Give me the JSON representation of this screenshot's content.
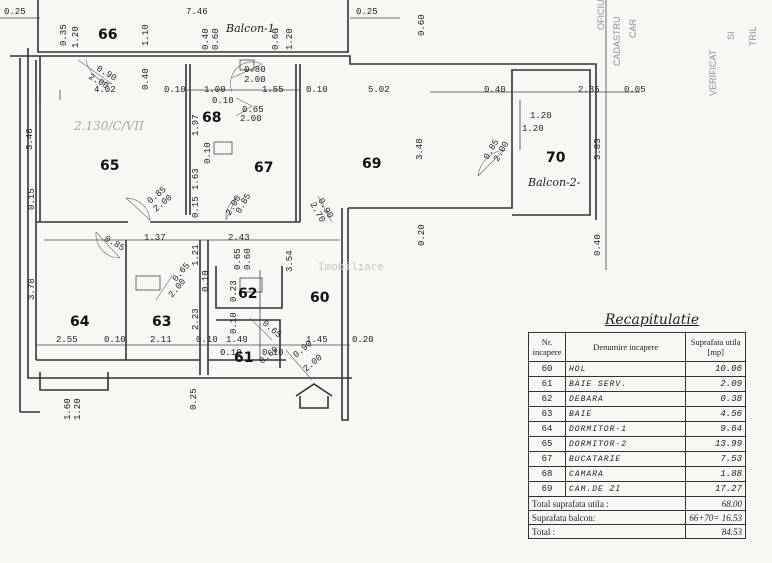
{
  "rooms": {
    "r60": "60",
    "r61": "61",
    "r62": "62",
    "r63": "63",
    "r64": "64",
    "r65": "65",
    "r66": "66",
    "r67": "67",
    "r68": "68",
    "r69": "69",
    "r70": "70"
  },
  "labels": {
    "balcony1": "Balcon-1-",
    "balcony2": "Balcon-2-",
    "level": "2.130/C/VII",
    "watermark": "Imobiliare"
  },
  "dimensions": {
    "d_top_746": "7.46",
    "d_top_025_l": "0.25",
    "d_top_025_r": "0.25",
    "d_035": "0.35",
    "d_120_a": "1.20",
    "d_110": "1.10",
    "d_040_a": "0.40",
    "d_060_a": "0.60",
    "d_120_b": "1.20",
    "d_060_b": "0.60",
    "d_080": "0.80",
    "d_200_a": "2.00",
    "d_090": "0.90",
    "d_200_b": "2.00",
    "d_040_b": "0.40",
    "d_402": "4.02",
    "d_010_a": "0.10",
    "d_100": "1.00",
    "d_155": "1.55",
    "d_010_b": "0.10",
    "d_502": "5.02",
    "d_040_c": "0.40",
    "d_235": "2.35",
    "d_005": "0.05",
    "d_065": "0.65",
    "d_200_c": "2.00",
    "d_010_c": "0.10",
    "d_197": "1.97",
    "d_348_l": "3.48",
    "d_348_r": "3.48",
    "d_060_c": "0.60",
    "d_120_c": "1.20",
    "d_120_d": "1.20",
    "d_383": "3.83",
    "d_085_a": "0.85",
    "d_200_d": "2.00",
    "d_010_d": "0.10",
    "d_163": "1.63",
    "d_085_b": "0.85",
    "d_200_e": "2.00",
    "d_090_b": "0.90",
    "d_270": "2.70",
    "d_085_c": "0.85",
    "d_200_f": "2.00",
    "d_015_a": "0.15",
    "d_015_b": "0.15",
    "d_020_a": "0.20",
    "d_040_d": "0.40",
    "d_137": "1.37",
    "d_243": "2.43",
    "d_085_d": "0.85",
    "d_378": "3.78",
    "d_121": "1.21",
    "d_065_b": "0.65",
    "d_060_d": "0.60",
    "d_354": "3.54",
    "d_065_c": "0.65",
    "d_200_g": "2.00",
    "d_010_e": "0.10",
    "d_023": "0.23",
    "d_223": "2.23",
    "d_255": "2.55",
    "d_010_f": "0.10",
    "d_211": "2.11",
    "d_010_g": "0.10",
    "d_145": "1.45",
    "d_020_b": "0.20",
    "d_010_h": "0.10",
    "d_149": "1.49",
    "d_010_i": "0.10",
    "d_010_j": "0.10",
    "d_060_e": "0.60",
    "d_065_d": "0.65",
    "d_090_c": "0.90",
    "d_200_h": "2.00",
    "d_160": "1.60",
    "d_120_e": "1.20",
    "d_025": "0.25"
  },
  "recap": {
    "title": "Recapitulatie",
    "headers": [
      "Nr. incapere",
      "Denumire incapere",
      "Suprafata utila [mp]"
    ],
    "rows": [
      {
        "nr": "60",
        "name": "HOL",
        "area": "10.06"
      },
      {
        "nr": "61",
        "name": "BAIE SERV.",
        "area": "2.09"
      },
      {
        "nr": "62",
        "name": "DEBARA",
        "area": "0.38"
      },
      {
        "nr": "63",
        "name": "BAIE",
        "area": "4.56"
      },
      {
        "nr": "64",
        "name": "DORMITOR-1",
        "area": "9.64"
      },
      {
        "nr": "65",
        "name": "DORMITOR-2",
        "area": "13.99"
      },
      {
        "nr": "67",
        "name": "BUCATARIE",
        "area": "7.53"
      },
      {
        "nr": "68",
        "name": "CAMARA",
        "area": "1.88"
      },
      {
        "nr": "69",
        "name": "CAM.DE ZI",
        "area": "17.27"
      }
    ],
    "total_util_label": "Total suprafata utila :",
    "total_util_value": "68.00",
    "balcony_label": "Suprafata balcon:",
    "balcony_value": "66+70= 16.53",
    "total_label": "Total :",
    "total_value": "84.53"
  },
  "stamp": {
    "line1": "OFICIUL",
    "line2": "CADASTRU",
    "line3": "CAR",
    "line4": "VERIFICAT",
    "line5": "SI",
    "line6": "TRIL"
  }
}
